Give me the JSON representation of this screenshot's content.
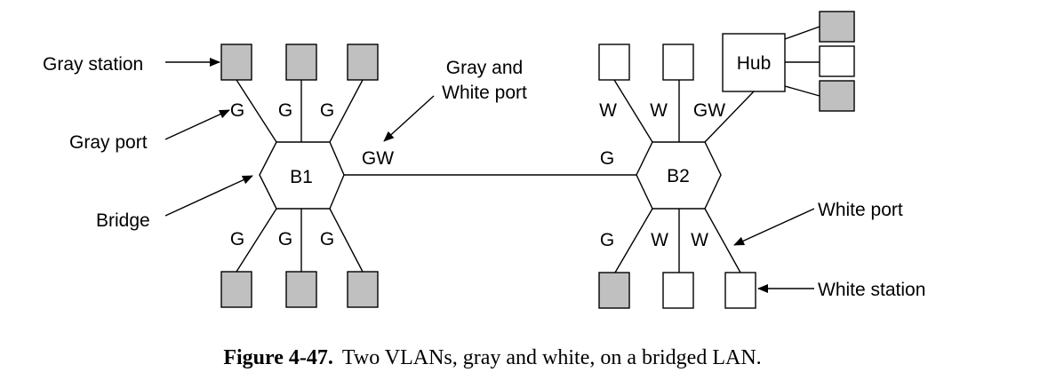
{
  "colors": {
    "gray": "#c0c0c0",
    "white": "#ffffff",
    "stroke": "#000000"
  },
  "bridges": {
    "b1": "B1",
    "b2": "B2"
  },
  "hub": "Hub",
  "port_labels": {
    "b1_top": [
      "G",
      "G",
      "G"
    ],
    "b1_bottom": [
      "G",
      "G",
      "G"
    ],
    "b1_trunk": "GW",
    "b2_top": [
      "W",
      "W",
      "GW"
    ],
    "b2_bottom": [
      "G",
      "W",
      "W"
    ],
    "b2_trunk": "G"
  },
  "stations": {
    "b1_top": [
      "gray",
      "gray",
      "gray"
    ],
    "b1_bottom": [
      "gray",
      "gray",
      "gray"
    ],
    "b2_top": [
      "white",
      "white"
    ],
    "b2_bottom": [
      "gray",
      "white",
      "white"
    ],
    "hub": [
      "gray",
      "white",
      "gray"
    ]
  },
  "callouts": {
    "gray_station": "Gray station",
    "gray_port": "Gray port",
    "bridge": "Bridge",
    "gray_and_white_port_line1": "Gray and",
    "gray_and_white_port_line2": "White port",
    "white_port": "White port",
    "white_station": "White station"
  },
  "caption": {
    "number": "Figure 4-47.",
    "text": "Two VLANs, gray and white, on a bridged LAN."
  }
}
